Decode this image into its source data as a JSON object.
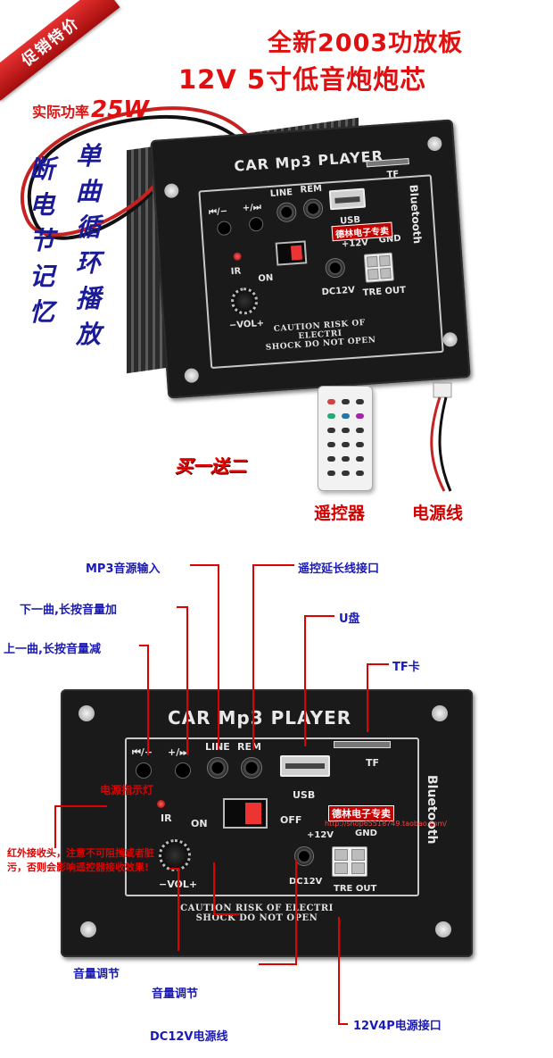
{
  "promo": {
    "ribbon": "促销特价",
    "headline_line1": "全新2003功放板",
    "headline_line2": "12V  5寸低音炮炮芯",
    "power_label": "实际功率",
    "power_value": "25W",
    "feature_left": [
      "断",
      "电",
      "节",
      "记",
      "忆"
    ],
    "feature_right": [
      "单",
      "曲",
      "循",
      "环",
      "播",
      "放"
    ],
    "gift_text": "买一送二",
    "remote_caption": "遥控器",
    "cable_caption": "电源线"
  },
  "panel": {
    "title": "CAR Mp3 PLAYER",
    "labels": {
      "prev": "⏮/−",
      "next": "+/⏭",
      "line": "LINE",
      "rem": "REM",
      "usb": "USB",
      "tf": "TF",
      "ir": "IR",
      "on": "ON",
      "off": "OFF",
      "plus12v": "+12V",
      "gnd": "GND",
      "dc12v": "DC12V",
      "tre_out": "TRE OUT",
      "vol": "−VOL+",
      "bluetooth": "Bluetooth"
    },
    "caution_line1": "CAUTION RISK OF ELECTRI",
    "caution_line2": "SHOCK DO NOT OPEN",
    "watermark": "德林电子专卖",
    "watermark_url": "http://shop65518749.taobao.com/"
  },
  "callouts": {
    "mp3_input": "MP3音源输入",
    "remote_ext": "遥控延长线接口",
    "next_track": "下一曲,长按音量加",
    "usb_disk": "U盘",
    "prev_track": "上一曲,长按音量减",
    "tf_card": "TF卡",
    "power_led": "电源指示灯",
    "ir_note": "红外接收头，注意不可阻挡或者脏污，否则会影响遥控器接收效果!",
    "volume_left": "音量调节",
    "volume_center": "音量调节",
    "dc12v_line": "DC12V电源线",
    "power_4p": "12V4P电源接口"
  },
  "colors": {
    "promo_red": "#e01010",
    "callout_blue": "#1a1ab8",
    "panel_black": "#1a1a1a"
  }
}
